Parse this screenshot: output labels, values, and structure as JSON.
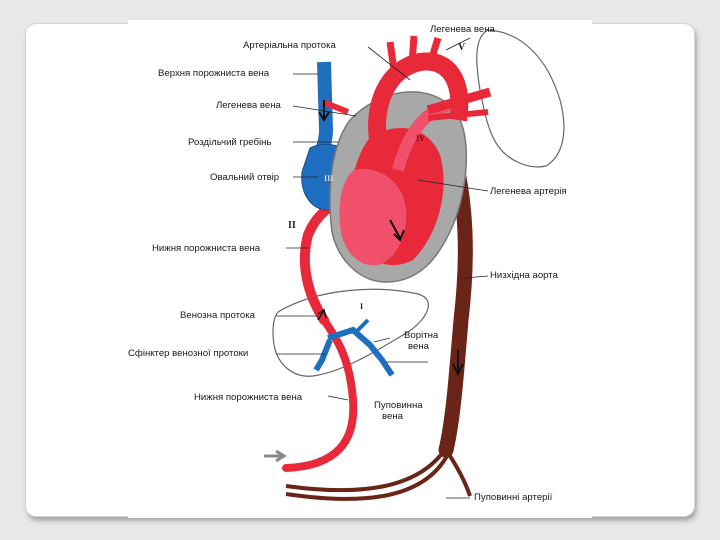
{
  "labels": {
    "pulmonary_vein_top": "Легенева вена",
    "ductus_arteriosus": "Артеріальна протока",
    "superior_vena_cava": "Верхня порожниста вена",
    "pulmonary_vein_left": "Легенева вена",
    "crista_dividens": "Роздільчий гребінь",
    "foramen_ovale": "Овальний отвір",
    "pulmonary_artery": "Легенева артерія",
    "inferior_vena_cava_upper": "Нижня порожниста вена",
    "descending_aorta": "Низхідна аорта",
    "ductus_venosus": "Венозна протока",
    "ductus_venosus_sphincter": "Сфінктер венозної протоки",
    "portal_vein_line1": "Ворітна",
    "portal_vein_line2": "вена",
    "inferior_vena_cava_lower": "Нижня порожниста вена",
    "umbilical_vein_line1": "Пуповинна",
    "umbilical_vein_line2": "вена",
    "umbilical_arteries": "Пуповинні артерії"
  },
  "numerals": {
    "v": "V",
    "iv": "IV",
    "iii": "III",
    "ii": "II",
    "i": "I"
  },
  "colors": {
    "oxygenated": "#e8293a",
    "mixed": "#f0506a",
    "deoxygenated": "#1f6fc0",
    "aorta_descending": "#6a2418",
    "myocardium": "#a8a8a8",
    "organ_outline": "#555555"
  }
}
